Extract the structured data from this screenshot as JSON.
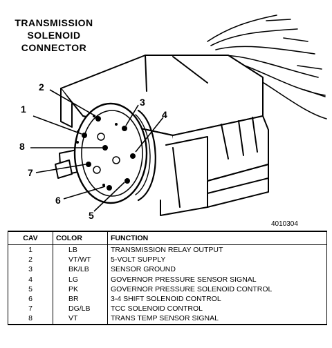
{
  "title": {
    "lines": [
      "TRANSMISSION",
      "SOLENOID",
      "CONNECTOR"
    ]
  },
  "figure_id": "4010304",
  "callouts": [
    "1",
    "2",
    "3",
    "4",
    "5",
    "6",
    "7",
    "8"
  ],
  "table": {
    "headers": [
      "CAV",
      "COLOR",
      "FUNCTION"
    ],
    "rows": [
      [
        "1",
        "LB",
        "TRANSMISSION RELAY OUTPUT"
      ],
      [
        "2",
        "VT/WT",
        "5-VOLT SUPPLY"
      ],
      [
        "3",
        "BK/LB",
        "SENSOR GROUND"
      ],
      [
        "4",
        "LG",
        "GOVERNOR PRESSURE SENSOR SIGNAL"
      ],
      [
        "5",
        "PK",
        "GOVERNOR PRESSURE SOLENOID CONTROL"
      ],
      [
        "6",
        "BR",
        "3-4 SHIFT SOLENOID CONTROL"
      ],
      [
        "7",
        "DG/LB",
        "TCC SOLENOID CONTROL"
      ],
      [
        "8",
        "VT",
        "TRANS TEMP SENSOR SIGNAL"
      ]
    ]
  }
}
